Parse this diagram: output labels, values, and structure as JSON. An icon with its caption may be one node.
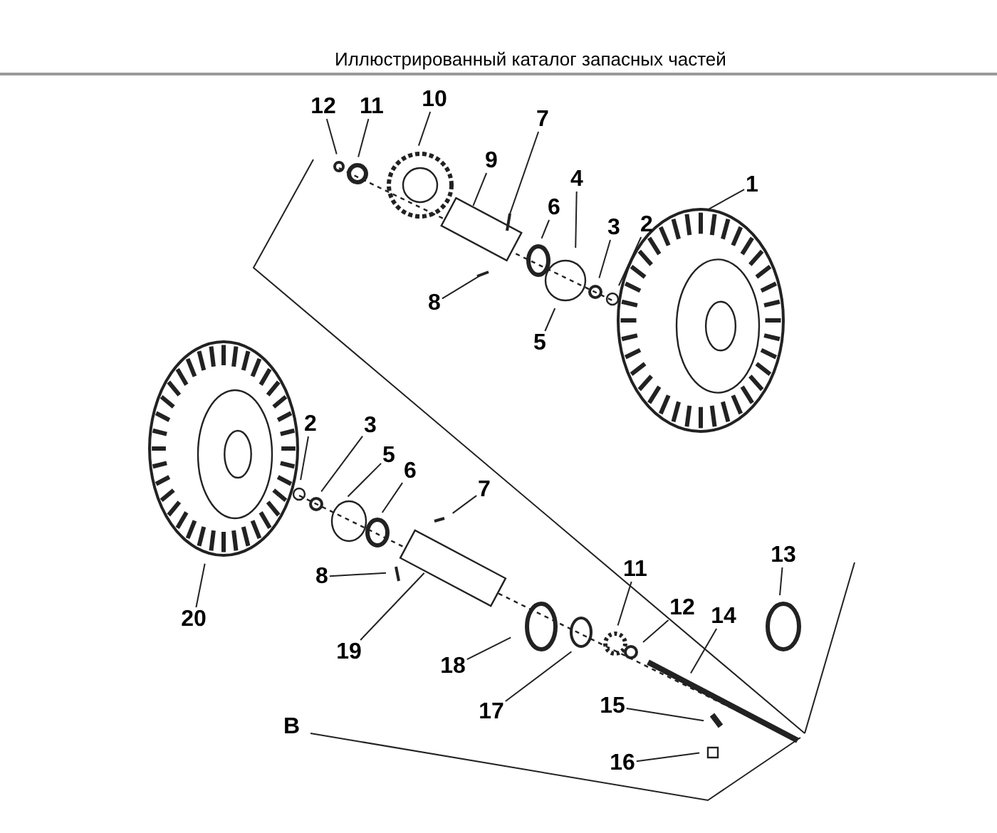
{
  "diagram": {
    "title": "Иллюстрированный каталог запасных частей",
    "nodes": [
      {
        "text": [
          "12"
        ]
      },
      {
        "text": [
          "11"
        ]
      },
      {
        "text": [
          "10"
        ]
      },
      {
        "text": [
          "9"
        ]
      },
      {
        "text": [
          "7"
        ]
      },
      {
        "text": [
          "6"
        ]
      },
      {
        "text": [
          "4"
        ]
      },
      {
        "text": [
          "3"
        ]
      },
      {
        "text": [
          "2"
        ]
      },
      {
        "text": [
          "1"
        ]
      },
      {
        "text": [
          "8"
        ]
      },
      {
        "text": [
          "5"
        ]
      },
      {
        "text": [
          "2"
        ]
      },
      {
        "text": [
          "3"
        ]
      },
      {
        "text": [
          "5"
        ]
      },
      {
        "text": [
          "6"
        ]
      },
      {
        "text": [
          "7"
        ]
      },
      {
        "text": [
          "8"
        ]
      },
      {
        "text": [
          "20"
        ]
      },
      {
        "text": [
          "19"
        ]
      },
      {
        "text": [
          "18"
        ]
      },
      {
        "text": [
          "17"
        ]
      },
      {
        "text": [
          "11"
        ]
      },
      {
        "text": [
          "12"
        ]
      },
      {
        "text": [
          "14"
        ]
      },
      {
        "text": [
          "13"
        ]
      },
      {
        "text": [
          "15"
        ]
      },
      {
        "text": [
          "16"
        ]
      }
    ],
    "edges": [
      {
        "from": 0,
        "to": null,
        "arrow": "none"
      },
      {
        "from": 1,
        "to": null,
        "arrow": "none"
      },
      {
        "from": 2,
        "to": null,
        "arrow": "none"
      },
      {
        "from": 3,
        "to": null,
        "arrow": "none"
      },
      {
        "from": 4,
        "to": null,
        "arrow": "none"
      },
      {
        "from": 5,
        "to": null,
        "arrow": "none"
      },
      {
        "from": 6,
        "to": null,
        "arrow": "none"
      },
      {
        "from": 7,
        "to": null,
        "arrow": "none"
      },
      {
        "from": 8,
        "to": null,
        "arrow": "none"
      },
      {
        "from": 9,
        "to": null,
        "arrow": "none"
      },
      {
        "from": 10,
        "to": null,
        "arrow": "none"
      },
      {
        "from": 11,
        "to": null,
        "arrow": "none"
      },
      {
        "from": 12,
        "to": null,
        "arrow": "none"
      },
      {
        "from": 13,
        "to": null,
        "arrow": "none"
      },
      {
        "from": 14,
        "to": null,
        "arrow": "none"
      },
      {
        "from": 15,
        "to": null,
        "arrow": "none"
      },
      {
        "from": 16,
        "to": null,
        "arrow": "none"
      },
      {
        "from": 17,
        "to": null,
        "arrow": "none"
      },
      {
        "from": 18,
        "to": null,
        "arrow": "none"
      },
      {
        "from": 19,
        "to": null,
        "arrow": "none"
      },
      {
        "from": 20,
        "to": null,
        "arrow": "none"
      },
      {
        "from": 21,
        "to": null,
        "arrow": "none"
      },
      {
        "from": 22,
        "to": null,
        "arrow": "none"
      },
      {
        "from": 23,
        "to": null,
        "arrow": "none"
      },
      {
        "from": 24,
        "to": null,
        "arrow": "none"
      },
      {
        "from": 25,
        "to": null,
        "arrow": "none"
      },
      {
        "from": 26,
        "to": null,
        "arrow": "none"
      },
      {
        "from": 27,
        "to": null,
        "arrow": "none"
      }
    ],
    "labels": [
      "B"
    ]
  }
}
